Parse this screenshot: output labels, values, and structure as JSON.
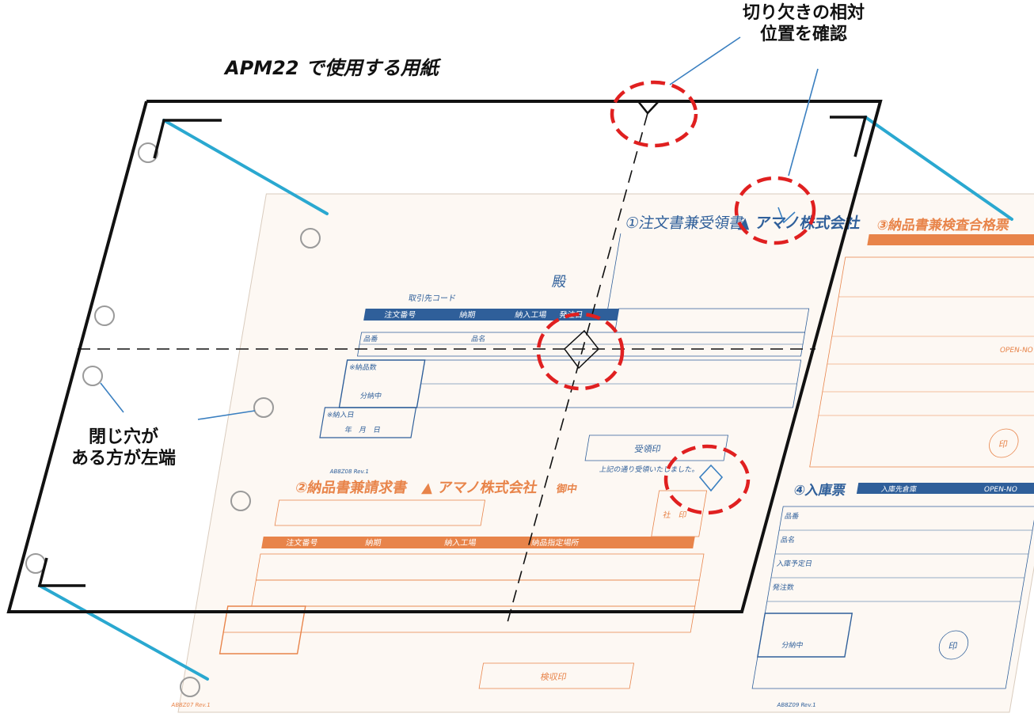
{
  "callouts": {
    "title": "APM22 で使用する用紙",
    "notch_line1": "切り欠きの相対",
    "notch_line2": "位置を確認",
    "holes_line1": "閉じ穴が",
    "holes_line2": "ある方が左端"
  },
  "form": {
    "sec1_title": "①注文書兼受領書",
    "sec1_company": "▲ アマノ株式会社",
    "sec1_addressee": "殿",
    "sec1_supplier_code": "取引先コード",
    "sec1_headers": [
      "注文番号",
      "納期",
      "納入工場",
      "発注日"
    ],
    "sec1_row_labels": [
      "品番",
      "品名"
    ],
    "sec1_qty_box": "※納品数",
    "sec1_partial": "分納中",
    "sec1_delivery_date": "※納入日",
    "sec1_date_parts": "年　月　日",
    "sec1_receipt_stamp": "受領印",
    "sec1_receipt_note": "上記の通り受領いたしました。",
    "sec1_form_code": "AB8Z08 Rev.1",
    "sec2_title": "②納品書兼請求書",
    "sec2_company": "▲ アマノ株式会社",
    "sec2_suffix": "御中",
    "sec2_stamp": "社　印",
    "sec2_headers": [
      "注文番号",
      "納期",
      "納入工場",
      "納品指定場所"
    ],
    "sec2_inspection_stamp": "検収印",
    "sec2_form_code": "AB8Z07 Rev.1",
    "sec3_title": "③納品書兼検査合格票",
    "sec3_openno": "OPEN-NO",
    "sec3_stamp": "印",
    "sec4_title": "④入庫票",
    "sec4_header_left": "入庫先倉庫",
    "sec4_header_right": "OPEN-NO",
    "sec4_labels": [
      "品番",
      "品名",
      "入庫予定日",
      "発注数"
    ],
    "sec4_partial": "分納中",
    "sec4_stamp": "印",
    "sec4_form_code": "AB8Z09 Rev.1"
  },
  "colors": {
    "frame": "#111111",
    "guide_line": "#2aa8d0",
    "notch_highlight": "#e02020",
    "leader_line": "#3a7fc0",
    "hole": "#9a9a9a",
    "form_blue": "#2f5f9a",
    "form_orange": "#e8844a",
    "form_paper": "#fdf8f3"
  }
}
